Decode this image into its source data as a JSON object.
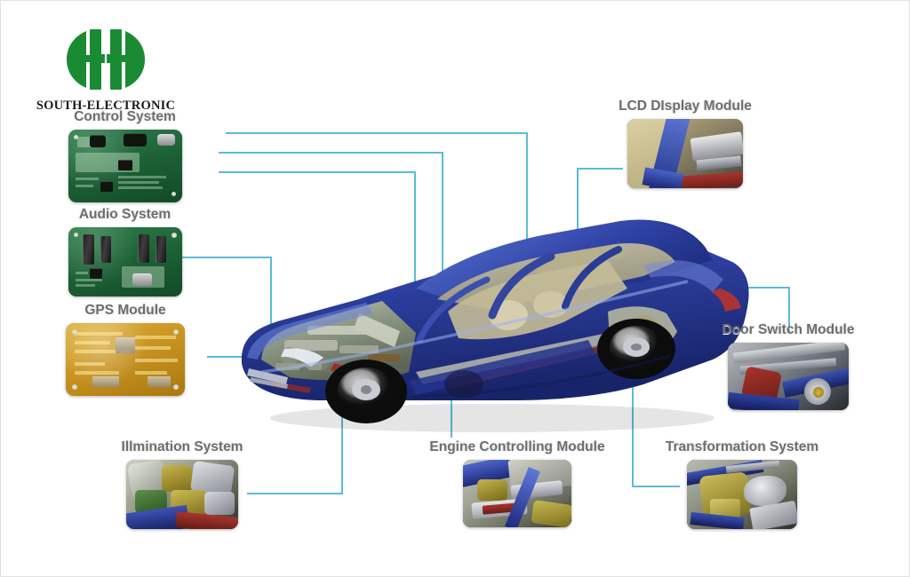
{
  "brand": {
    "name": "SOUTH-ELECTRONIC",
    "logo_icon": "hh-monogram-logo",
    "logo_color": "#1a8a33"
  },
  "diagram": {
    "subject": "automotive-electronics-cutaway",
    "vehicle_icon": "blue-sedan-cutaway",
    "vehicle_color": "#2b3fa0",
    "connector_color": "#5bbcd8",
    "background_color": "#ffffff",
    "label_color": "#6e6e6e"
  },
  "modules": [
    {
      "id": "control-system",
      "label": "Control System",
      "thumb_icon": "green-pcb-photo",
      "side": "left"
    },
    {
      "id": "audio-system",
      "label": "Audio System",
      "thumb_icon": "green-pcb-capacitors-photo",
      "side": "left"
    },
    {
      "id": "gps-module",
      "label": "GPS  Module",
      "thumb_icon": "gold-flex-pcb-photo",
      "side": "left"
    },
    {
      "id": "lcd-display-module",
      "label": "LCD DIsplay Module",
      "thumb_icon": "car-interior-dashboard-photo",
      "side": "right"
    },
    {
      "id": "door-switch-module",
      "label": "Door Switch Module",
      "thumb_icon": "door-mechanism-photo",
      "side": "right"
    },
    {
      "id": "illumination-system",
      "label": "Illmination System",
      "thumb_icon": "engine-bay-photo",
      "side": "bottom"
    },
    {
      "id": "engine-controlling-module",
      "label": "Engine Controlling Module",
      "thumb_icon": "engine-cover-photo",
      "side": "bottom"
    },
    {
      "id": "transformation-system",
      "label": "Transformation System",
      "thumb_icon": "transmission-photo",
      "side": "bottom"
    }
  ]
}
